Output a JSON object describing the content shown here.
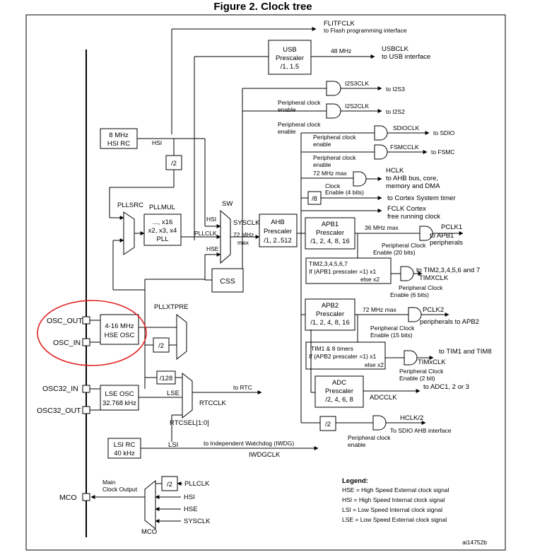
{
  "title": "Figure 2. Clock tree",
  "ref": "ai14752b",
  "colors": {
    "highlight": "#e0201e",
    "line": "#000000"
  },
  "blocks": {
    "usb": [
      "USB",
      "Prescaler",
      "/1, 1.5"
    ],
    "hsi_rc": [
      "8 MHz",
      "HSI RC"
    ],
    "pll": [
      "..., x16",
      "x2, x3, x4",
      "PLL"
    ],
    "ahb": [
      "AHB",
      "Prescaler",
      "/1, 2..512"
    ],
    "apb1": [
      "APB1",
      "Prescaler",
      "/1, 2, 4, 8, 16"
    ],
    "apb2": [
      "APB2",
      "Prescaler",
      "/1, 2, 4, 8, 16"
    ],
    "adc": [
      "ADC",
      "Prescaler",
      "/2, 4, 6, 8"
    ],
    "hse_osc": [
      "4-16 MHz",
      "HSE OSC"
    ],
    "lse_osc": [
      "LSE OSC",
      "32.768 kHz"
    ],
    "lsi_rc": [
      "LSI RC",
      "40 kHz"
    ],
    "tim_apb1": [
      "TIM2,3,4,5,6,7",
      "If (APB1 prescaler =1) x1",
      "else  x2"
    ],
    "tim_apb2": [
      "TIM1 & 8 timers",
      "If (APB2 prescaler =1) x1",
      "else x2"
    ],
    "css": "CSS",
    "div2_hsi": "/2",
    "div2_hse": "/2",
    "div8": "/8",
    "div128": "/128",
    "div2_sdio": "/2",
    "div2_mco": "/2"
  },
  "labels": {
    "flitfclk": "FLITFCLK",
    "flitf_desc": "to Flash programming interface",
    "mhz48": "48 MHz",
    "usbclk": "USBCLK",
    "usb_desc": "to USB interface",
    "i2s3clk": "I2S3CLK",
    "to_i2s3": "to I2S3",
    "i2s2clk": "I2S2CLK",
    "to_i2s2": "to I2S2",
    "sdioclk": "SDIOCLK",
    "to_sdio": "to SDIO",
    "fsmcclk": "FSMCCLK",
    "to_fsmc": "to FSMC",
    "mhz72max": "72 MHz max",
    "hclk": "HCLK",
    "hclk_desc": [
      "to AHB bus, core,",
      "memory and DMA"
    ],
    "clock_enable": [
      "Clock",
      "Enable (4 bits)"
    ],
    "cortex_timer": "to Cortex System timer",
    "fclk": [
      "FCLK Cortex",
      "free running clock"
    ],
    "mhz36max": "36 MHz max",
    "pclk1": "PCLK1",
    "pclk1_desc": [
      "to APB1",
      "peripherals"
    ],
    "pce20": [
      "Peripheral Clock",
      "Enable (20 bits)"
    ],
    "to_tim2_7": "to TIM2,3,4,5,6 and 7",
    "timxclk": "TIMXCLK",
    "pce6": [
      "Peripheral Clock",
      "Enable (6 bits)"
    ],
    "apb2_72": "72 MHz max",
    "pclk2": "PCLK2",
    "pclk2_desc": "peripherals to APB2",
    "pce15": [
      "Peripheral Clock",
      "Enable (15 bits)"
    ],
    "to_tim1_8": "to TIM1 and TIM8",
    "timxclk2": "TIMxCLK",
    "pce2": [
      "Peripheral Clock",
      "Enable (2 bit)"
    ],
    "to_adc": "to ADC1, 2 or 3",
    "adcclk": "ADCCLK",
    "hclk2": "HCLK/2",
    "to_sdio_ahb": "To SDIO AHB interface",
    "pce_sdio": [
      "Peripheral clock",
      "enable"
    ],
    "pce_i2s3": [
      "Peripheral clock",
      "enable"
    ],
    "pce_i2s2": [
      "Peripheral clock",
      "enable"
    ],
    "pce_sdio2": [
      "Peripheral clock",
      "enable"
    ],
    "pce_fsmc": [
      "Peripheral clock",
      "enable"
    ],
    "hsi": "HSI",
    "pllsrc": "PLLSRC",
    "pllmul": "PLLMUL",
    "sw": "SW",
    "hsi_sw": "HSI",
    "pllclk_sw": "PLLCLK",
    "hse_sw": "HSE",
    "sysclk": "SYSCLK",
    "sys72": "72 MHz",
    "max": "max",
    "pllxtpre": "PLLXTPRE",
    "osc_out": "OSC_OUT",
    "osc_in": "OSC_IN",
    "osc32_in": "OSC32_IN",
    "osc32_out": "OSC32_OUT",
    "lse": "LSE",
    "to_rtc": "to RTC",
    "rtcclk": "RTCCLK",
    "rtcsel": "RTCSEL[1:0]",
    "lsi": "LSI",
    "iwdg_desc": "to Independent Watchdog (IWDG)",
    "iwdgclk": "IWDGCLK",
    "mco": "MCO",
    "mco_mux": "MCO",
    "main_clock_output": [
      "Main",
      "Clock Output"
    ],
    "mco_pllclk": "PLLCLK",
    "mco_hsi": "HSI",
    "mco_hse": "HSE",
    "mco_sysclk": "SYSCLK"
  },
  "legend": {
    "title": "Legend:",
    "items": [
      "HSE = High Speed External clock signal",
      "HSI = High Speed Internal clock signal",
      "LSI = Low Speed Internal clock signal",
      "LSE = Low Speed External clock signal"
    ]
  }
}
